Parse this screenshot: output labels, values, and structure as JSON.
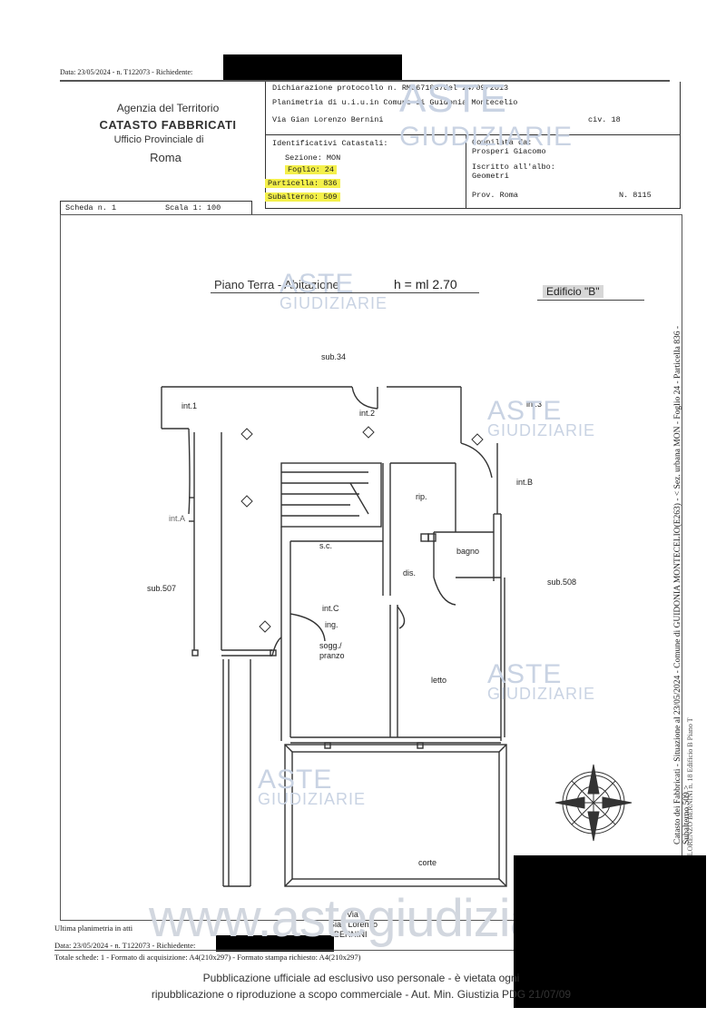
{
  "header": {
    "data_line": "Data: 23/05/2024 - n. T122073 - Richiedente:",
    "agency_line1": "Agenzia del Territorio",
    "agency_line2": "CATASTO FABBRICATI",
    "agency_line3": "Ufficio Provinciale di",
    "agency_line4": "Roma",
    "dichiarazione": "Dichiarazione protocollo n. RM0671837del  24/09/2013",
    "planimetria": "Planimetria di u.i.u.in Comune di Guidonia Montecelio",
    "via": "Via Gian Lorenzo Bernini",
    "civ": "civ. 18",
    "identificativi": "Identificativi Catastali:",
    "sezione": "Sezione: MON",
    "foglio": "Foglio: 24",
    "particella": "Particella: 836",
    "subalterno": "Subalterno: 509",
    "compilata": "Compilata da:",
    "compilatore": "Prosperi Giacomo",
    "iscritto": "Iscritto all'albo:",
    "albo": "Geometri",
    "prov": "Prov. Roma",
    "numero": "N. 8115",
    "scheda": "Scheda n. 1",
    "scala": "Scala 1: 100"
  },
  "plan": {
    "title_left": "Piano Terra - Abitazione",
    "title_h": "h = ml 2.70",
    "edificio": "Edificio \"B\"",
    "labels": {
      "sub34": "sub.34",
      "int1": "int.1",
      "int2": "int.2",
      "int3": "int.3",
      "intA": "int.A",
      "intB": "int.B",
      "rip": "rip.",
      "bagno": "bagno",
      "sc": "s.c.",
      "dis": "dis.",
      "sub507": "sub.507",
      "sub508": "sub.508",
      "intC": "int.C",
      "ing": "ing.",
      "sogg": "sogg./",
      "pranzo": "pranzo",
      "letto": "letto",
      "corte": "corte",
      "via1": "Via",
      "via2": "Gian Lorenzo",
      "via3": "BERNINI"
    }
  },
  "side_text": "Catasto dei Fabbricati - Situazione al 23/05/2024 - Comune di GUIDONIA MONTECELIO(E263) - < Sez. urbana MON - Foglio 24 - Particella 836 - Subalterno 509 >",
  "side_text2": "VIA GIAN LORENZO BERNINI n. 18 Edificio B Piano T",
  "footer": {
    "ultima": "Ultima planimetria in atti",
    "data_line": "Data: 23/05/2024 - n. T122073 - Richiedente:",
    "totale": "Totale schede: 1 - Formato di acquisizione: A4(210x297) - Formato stampa richiesto: A4(210x297)",
    "website": "www.astegiudiziarie.it",
    "pub_line1": "Pubblicazione ufficiale ad esclusivo uso personale - è vietata ogni",
    "pub_line2": "ripubblicazione o riproduzione a scopo commerciale - Aut. Min. Giustizia PDG 21/07/09"
  },
  "watermark": {
    "aste": "ASTE",
    "giudiziarie": "GIUDIZIARIE"
  },
  "colors": {
    "highlight": "#f4f04a",
    "watermark": "#c9d3e3",
    "redaction": "#000000"
  }
}
